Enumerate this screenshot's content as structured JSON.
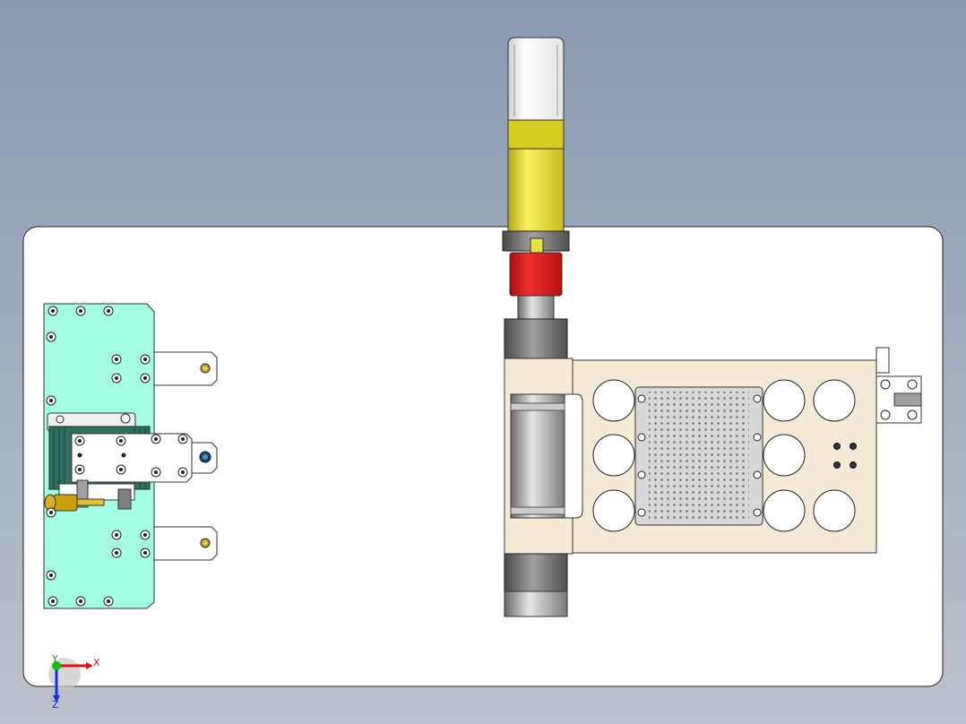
{
  "triad": {
    "x_label": "X",
    "y_label": "Y",
    "z_label": "Z"
  },
  "colors": {
    "background_top": "#8a9ab1",
    "base_plate": "#ffffff",
    "fixture_plate": "#a0ffe0",
    "motor_body": "#ffffff",
    "brass_cylinder": "#e8e03c",
    "red_coupling": "#d81818",
    "steel": "#b4b4b4",
    "tray_plate": "#f4ead8",
    "axis_x": "#e01010",
    "axis_y": "#10c010",
    "axis_z": "#1030e0"
  }
}
